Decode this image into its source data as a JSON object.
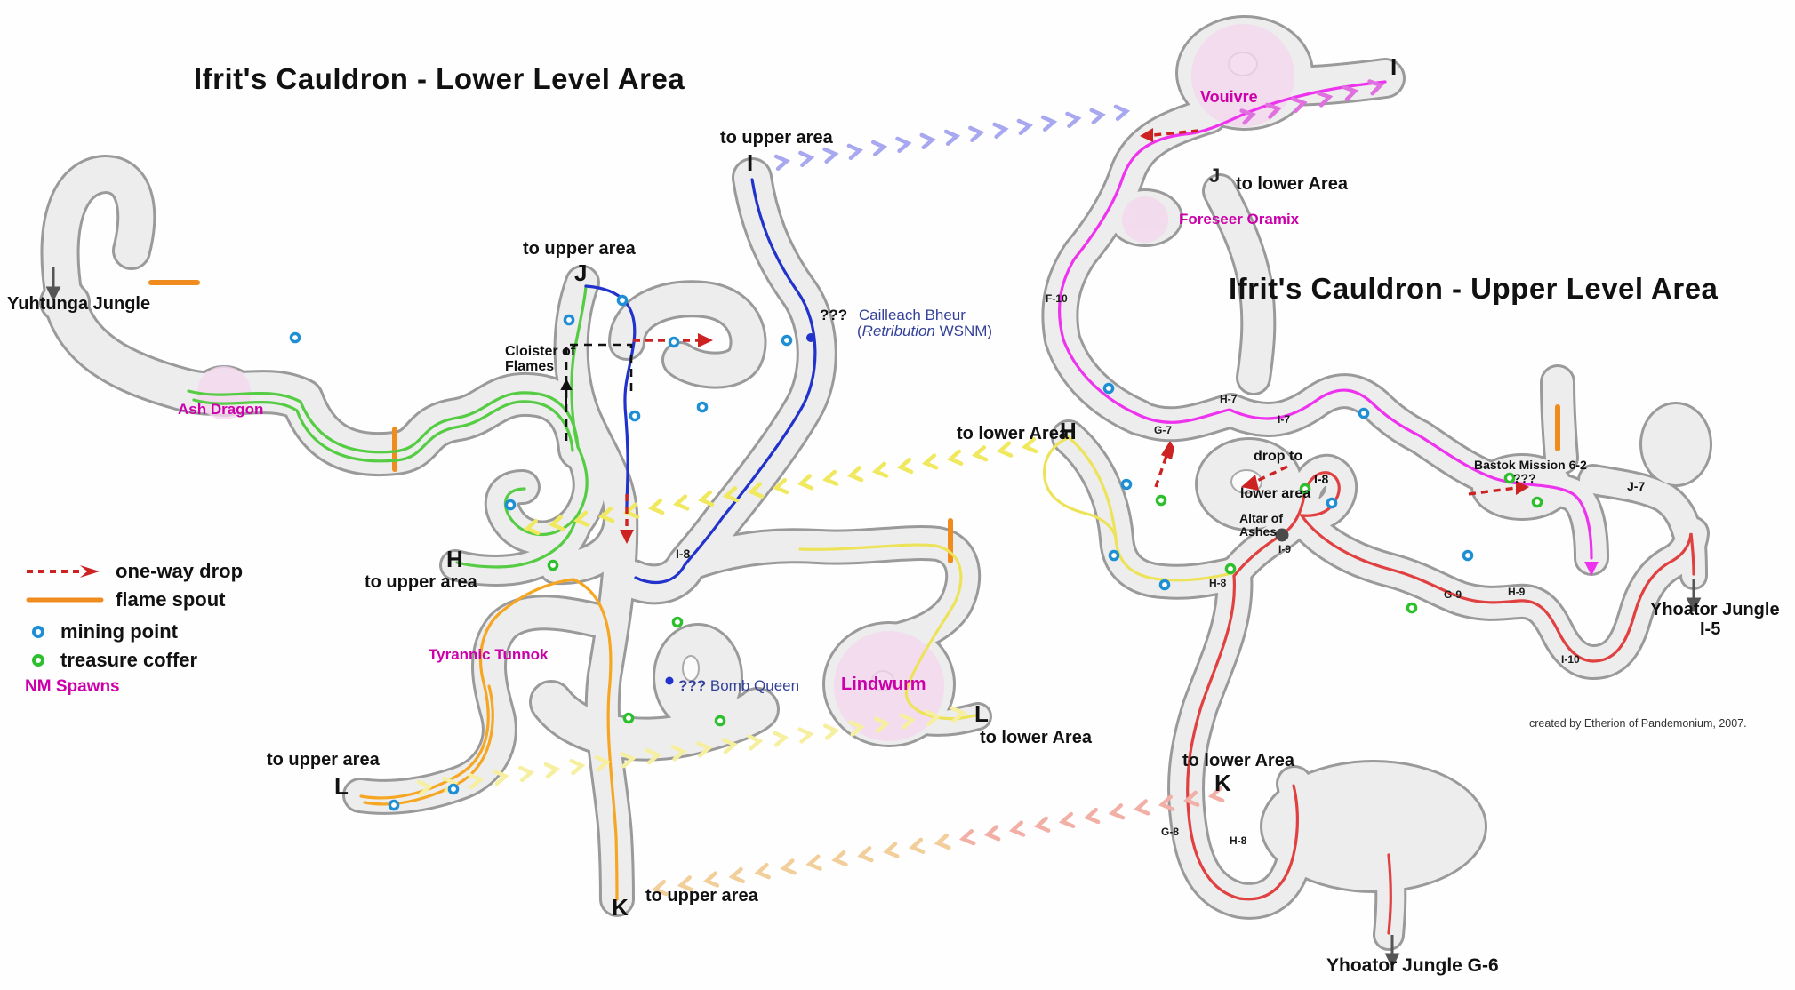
{
  "titles": {
    "lower": "Ifrit's Cauldron - Lower Level Area",
    "upper": "Ifrit's Cauldron - Upper Level Area"
  },
  "credit": "created by Etherion of Pandemonium, 2007.",
  "legend": {
    "one_way_drop": "one-way drop",
    "flame_spout": "flame spout",
    "mining_point": "mining point",
    "treasure_coffer": "treasure coffer",
    "nm_spawns": "NM Spawns"
  },
  "strings": {
    "to_upper_area": "to upper area",
    "to_lower_area": "to lower Area",
    "drop_to": "drop to",
    "lower_area": "lower area"
  },
  "exits": {
    "yuhtunga_jungle": "Yuhtunga Jungle",
    "yhoator_jungle": "Yhoator Jungle",
    "yhoator_i5": "I-5",
    "yhoator_g6": "Yhoator Jungle G-6"
  },
  "nm_spawns": {
    "ash_dragon": "Ash Dragon",
    "vouivre": "Vouivre",
    "foreseer_oramix": "Foreseer Oramix",
    "tyrannic_tunnok": "Tyrannic Tunnok",
    "lindwurm": "Lindwurm",
    "bomb_queen_q": "???",
    "bomb_queen": " Bomb Queen",
    "cailleach_q": "???",
    "cailleach_name": "Cailleach Bheur",
    "cailleach_sub_pre": "(",
    "cailleach_sub_italic": "Retribution",
    "cailleach_sub_post": " WSNM)"
  },
  "poi": {
    "cloister_1": "Cloister of",
    "cloister_2": "Flames",
    "altar_1": "Altar of",
    "altar_2": "Ashes",
    "bastok_mission": "Bastok Mission 6-2",
    "bastok_q": "???"
  },
  "grid_letters": {
    "lower_i": "I",
    "lower_j": "J",
    "lower_h": "H",
    "lower_l": "L",
    "lower_k": "K",
    "upper_i": "I",
    "upper_j": "J",
    "upper_h": "H",
    "upper_k": "K",
    "upper_l": "L"
  },
  "grid_refs": {
    "f10": "F-10",
    "h7": "H-7",
    "g7": "G-7",
    "i7": "I-7",
    "i8_upper": "I-8",
    "i8_lower": "I-8",
    "i9": "I-9",
    "h8": "H-8",
    "g9": "G-9",
    "h9": "H-9",
    "i10": "I-10",
    "j7": "J-7",
    "g8": "G-8",
    "h8_south": "H-8"
  },
  "colors": {
    "nm_label": "#cc00aa",
    "annotation_blue": "#334199",
    "mining_point": "#1e8fd5",
    "treasure_coffer": "#2ebf2e",
    "one_way_drop": "#cc2222",
    "flame_spout": "#f08c1e",
    "route_green": "#55cc44",
    "route_blue": "#2233cc",
    "route_magenta": "#ee33ee",
    "route_yellow": "#ede35a",
    "route_orange": "#f5a623",
    "route_red": "#e04040",
    "chevron_violet": "#a8a8f0",
    "chevron_yellow": "#f0e85e",
    "chevron_pale_yellow": "#f6efa0",
    "chevron_peach": "#f2cf9a",
    "chevron_pink": "#f2afa6",
    "spawn_area": "#f3d7ec",
    "cave_fill": "#ededed",
    "cave_outline": "#9a9a9a"
  }
}
